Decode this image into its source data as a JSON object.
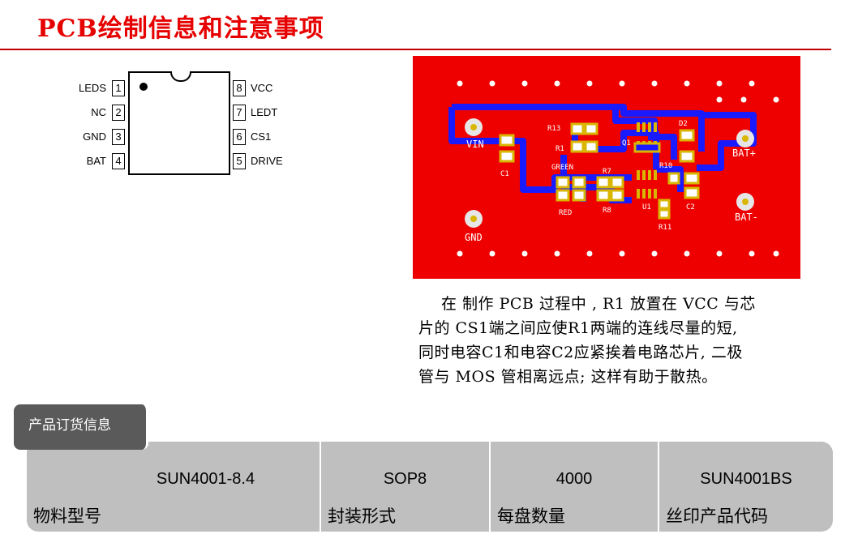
{
  "title": "PCB绘制信息和注意事项",
  "pinout": {
    "left": [
      {
        "num": "1",
        "label": "LEDS"
      },
      {
        "num": "2",
        "label": "NC"
      },
      {
        "num": "3",
        "label": "GND"
      },
      {
        "num": "4",
        "label": "BAT"
      }
    ],
    "right": [
      {
        "num": "8",
        "label": "VCC"
      },
      {
        "num": "7",
        "label": "LEDT"
      },
      {
        "num": "6",
        "label": "CS1"
      },
      {
        "num": "5",
        "label": "DRIVE"
      }
    ]
  },
  "pcb": {
    "labels": {
      "vin": "VIN",
      "gnd": "GND",
      "batp": "BAT+",
      "batn": "BAT-",
      "r13": "R13",
      "r1": "R1",
      "q1": "Q1",
      "d2": "D2",
      "c1": "C1",
      "green": "GREEN",
      "r7": "R7",
      "r10": "R10",
      "red": "RED",
      "r8": "R8",
      "u1": "U1",
      "c2": "C2",
      "r11": "R11"
    },
    "colors": {
      "board": "#ee0000",
      "trace": "#1a1aff",
      "pad": "#d9b600",
      "silk": "#ffffff"
    }
  },
  "description": [
    "在 制作 PCB 过程中 , R1 放置在 VCC 与芯",
    "片的 CS1端之间应使R1两端的连线尽量的短,",
    "同时电容C1和电容C2应紧挨着电路芯片, 二极",
    "管与 MOS 管相离远点; 这样有助于散热。"
  ],
  "ordering": {
    "heading": "产品订货信息",
    "columns": [
      {
        "value": "SUN4001-8.4",
        "label": "物料型号"
      },
      {
        "value": "SOP8",
        "label": "封装形式"
      },
      {
        "value": "4000",
        "label": "每盘数量"
      },
      {
        "value": "SUN4001BS",
        "label": "丝印产品代码"
      }
    ]
  }
}
